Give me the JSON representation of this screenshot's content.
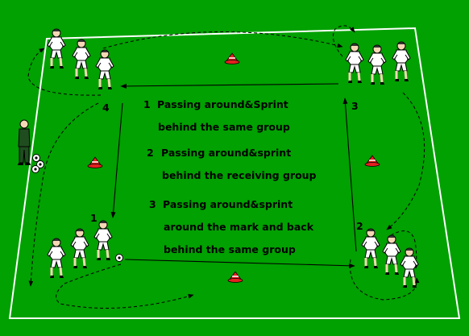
{
  "colors": {
    "grass": "#00a100",
    "boundary": "#ffffff",
    "arrow": "#000000",
    "cone": "#e51f1f",
    "shirt": "#ffffff",
    "coach": "#1f4d1f"
  },
  "icons": [
    "player-figure",
    "cone-icon",
    "ball-icon",
    "coach-figure"
  ],
  "stations": [
    {
      "id": "4",
      "label": "4"
    },
    {
      "id": "3",
      "label": "3"
    },
    {
      "id": "2",
      "label": "2"
    },
    {
      "id": "1",
      "label": "1"
    }
  ],
  "instructions": [
    {
      "number": "1",
      "lines": [
        "Passing around&Sprint",
        "behind the same group"
      ]
    },
    {
      "number": "2",
      "lines": [
        "Passing around&sprint",
        "behind the receiving group"
      ]
    },
    {
      "number": "3",
      "lines": [
        "Passing around&sprint",
        "around the mark and back",
        "behind the same group"
      ]
    }
  ]
}
